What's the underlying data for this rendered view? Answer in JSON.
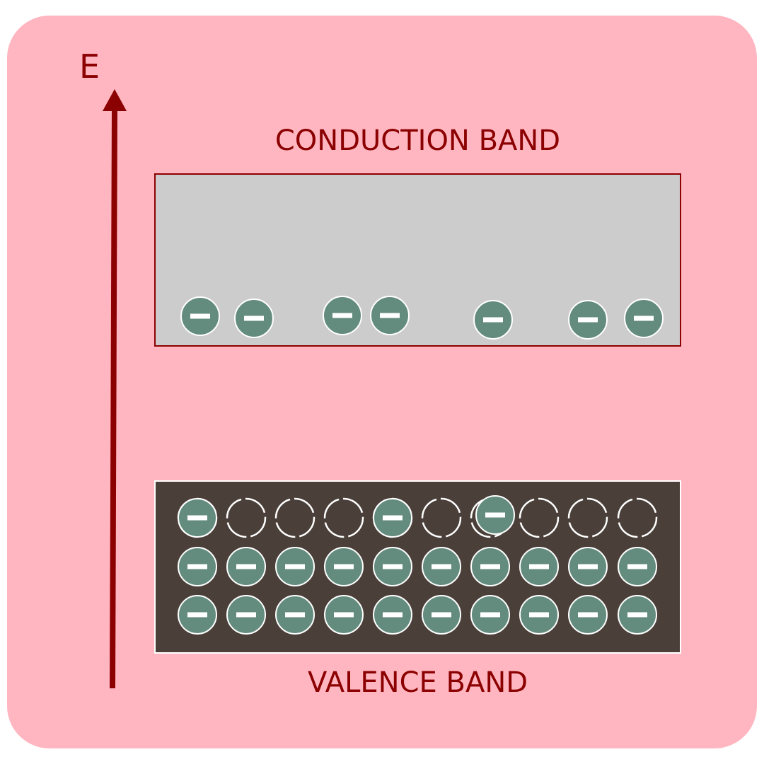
{
  "diagram": {
    "energy_axis_label": "E",
    "conduction_band_label": "CONDUCTION BAND",
    "valence_band_label": "VALENCE BAND",
    "electron_symbol": "−",
    "conduction_electron_count": 7,
    "valence_rows": [
      [
        "hole-electron",
        "hole",
        "hole",
        "hole",
        "hole-electron",
        "hole",
        "hole-electron-shifted",
        "hole",
        "hole",
        "hole"
      ],
      [
        "electron",
        "electron",
        "electron",
        "electron",
        "electron",
        "electron",
        "electron",
        "electron",
        "electron",
        "electron"
      ],
      [
        "electron",
        "electron",
        "electron",
        "electron",
        "electron",
        "electron",
        "electron",
        "electron",
        "electron",
        "electron"
      ]
    ],
    "colors": {
      "background": "#ffb6c1",
      "text_and_arrow": "#8b0000",
      "conduction_band_fill": "#cccccc",
      "valence_band_fill": "#4a3f39",
      "electron_fill": "#648c7e",
      "outline": "#ffffff"
    }
  }
}
